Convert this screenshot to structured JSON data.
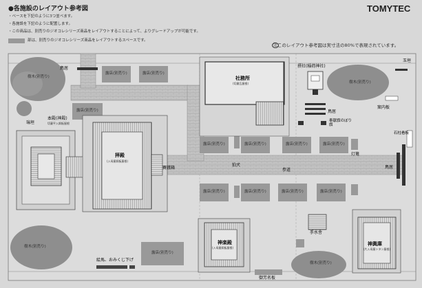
{
  "header": {
    "title": "●各施設のレイアウト参考図",
    "brand": "TOMYTEC",
    "notes": [
      "・ベースを下記のように3つ並べます。",
      "・各施設を下記のように配置します。",
      "・この商品は、別売りのジオコレシリーズ商品をレイアウトすることによって、よりグレードアップが可能です。"
    ],
    "legend_text": "部は、別売りのジオコレシリーズ商品をレイアウトするスペースです。",
    "scale_note": "このレイアウト参考図は実寸法の80%で表現されています。",
    "scale_mark": "注"
  },
  "buildings": {
    "honden": {
      "name": "本殿(神殿)",
      "sub": "切妻平入銅板屋根"
    },
    "haiden": {
      "name": "拝殿",
      "sub": "(入母屋銅板屋根)"
    },
    "shamusho": {
      "name": "社務所",
      "sub": "(切妻瓦屋根)"
    },
    "kaguraden": {
      "name": "神楽殿",
      "sub": "(入母屋銅板屋根)"
    },
    "shinyoko": {
      "name": "神輿庫",
      "sub": "(片入母屋トタン屋根)"
    },
    "sessha": {
      "name": "摂社(稲荷神社)"
    }
  },
  "labels": {
    "torii1": "鳥居",
    "torii2": "鳥居",
    "torii3": "鳥居",
    "tamagaki": "玉垣",
    "mizugaki": "瑞垣",
    "saisenbako": "賽銭箱",
    "komainu": "狛犬",
    "toro": "灯篭",
    "sando": "参道",
    "annaiban": "案内板",
    "ishigaki": "石柱看板",
    "nobori": "奉献旗のぼり旗",
    "temizusha": "手水舎",
    "hounomeiban": "御芳名板",
    "ema": "絵馬、おみくじ下げ"
  },
  "slots": {
    "jumoku": "樹木",
    "roten": "露店",
    "separate": "(別売り)"
  }
}
